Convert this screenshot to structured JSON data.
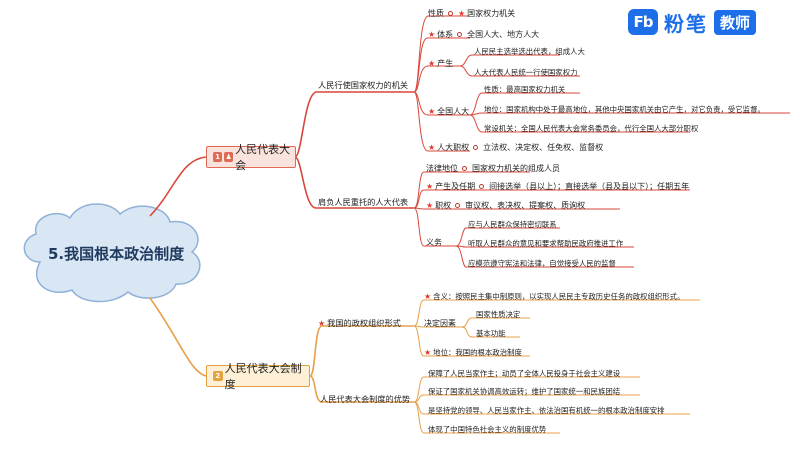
{
  "title": "5.我国根本政治制度",
  "logo": {
    "mark": "Fb",
    "name": "粉笔",
    "tag": "教师"
  },
  "colors": {
    "branch1": "#e06b54",
    "branch2": "#e6a23c",
    "line_red": "#d9473a",
    "line_orange": "#e8a04a",
    "cloud_fill": "#d9e6f4",
    "cloud_stroke": "#8fb1d8"
  },
  "top": {
    "badge": "1",
    "label": "人民代表大会",
    "organ": {
      "label": "人民行使国家权力的机关",
      "nature": {
        "label": "性质",
        "value": "国家权力机关"
      },
      "system": {
        "label": "体系",
        "value": "全国人大、地方人大"
      },
      "produce": {
        "label": "产生",
        "items": [
          "人民民主选举选出代表，组成人大",
          "人大代表人民统一行使国家权力"
        ]
      },
      "npc": {
        "label": "全国人大",
        "items": [
          "性质：最高国家权力机关",
          "地位：国家机构中处于最高地位，其他中央国家机关由它产生，对它负责，受它监督。",
          "常设机关：全国人民代表大会常务委员会，代行全国人大部分职权"
        ]
      },
      "power": {
        "label": "人大职权",
        "value": "立法权、决定权、任免权、监督权"
      }
    },
    "deputy": {
      "label": "肩负人民重托的人大代表",
      "legal": {
        "label": "法律地位",
        "value": "国家权力机关的组成人员"
      },
      "term": {
        "label": "产生及任期",
        "value": "间接选举（县以上）；直接选举（县及县以下）；任期五年"
      },
      "rights": {
        "label": "职权",
        "value": "审议权、表决权、提案权、质询权"
      },
      "duty": {
        "label": "义务",
        "items": [
          "应与人民群众保持密切联系",
          "听取人民群众的意见和要求帮助民政府推进工作",
          "应模范遵守宪法和法律，自觉接受人民的监督"
        ]
      }
    }
  },
  "bottom": {
    "badge": "2",
    "label": "人民代表大会制度",
    "org": {
      "label": "我国的政权组织形式",
      "meaning": "含义：按照民主集中制原则，以实现人民民主专政历史任务的政权组织形式。",
      "decide": {
        "label": "决定因素",
        "items": [
          "国家性质决定",
          "基本功能"
        ]
      },
      "status": "地位：我国的根本政治制度"
    },
    "adv": {
      "label": "人民代表大会制度的优势",
      "items": [
        "保障了人民当家作主；动员了全体人民投身于社会主义建设",
        "保证了国家机关协调高效运转；维护了国家统一和民族团结",
        "是坚持党的领导、人民当家作主、依法治国有机统一的根本政治制度安排",
        "体现了中国特色社会主义的制度优势"
      ]
    }
  }
}
